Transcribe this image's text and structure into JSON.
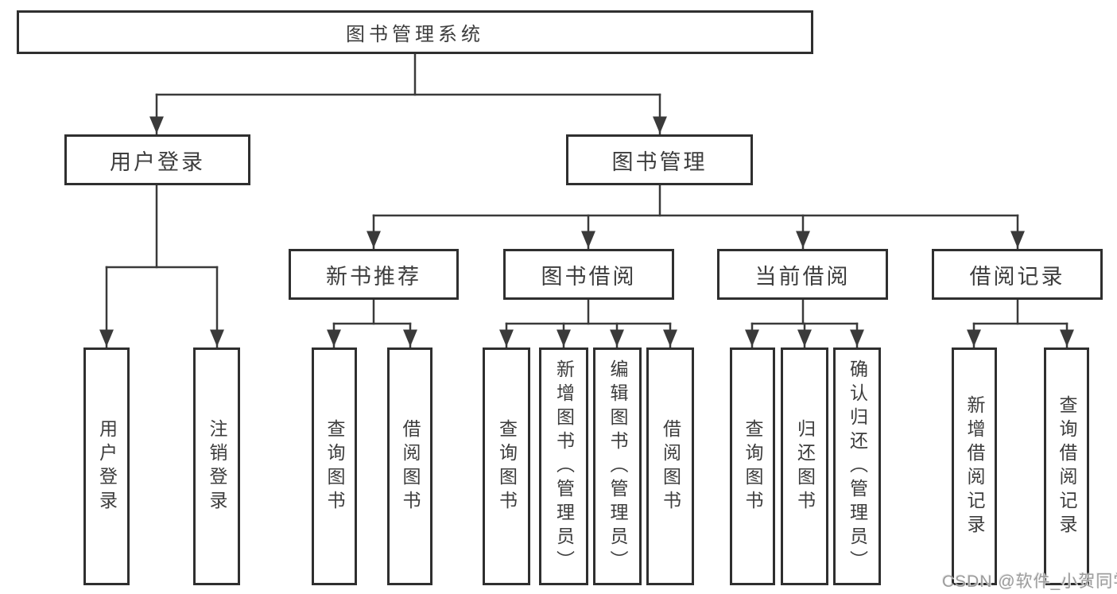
{
  "tree": {
    "label": "图书管理系统",
    "children": [
      {
        "label": "用户登录",
        "children": [
          {
            "label": "用户登录"
          },
          {
            "label": "注销登录"
          }
        ]
      },
      {
        "label": "图书管理",
        "children": [
          {
            "label": "新书推荐",
            "children": [
              {
                "label": "查询图书"
              },
              {
                "label": "借阅图书"
              }
            ]
          },
          {
            "label": "图书借阅",
            "children": [
              {
                "label": "查询图书"
              },
              {
                "label": "新增图书（管理员）"
              },
              {
                "label": "编辑图书（管理员）"
              },
              {
                "label": "借阅图书"
              }
            ]
          },
          {
            "label": "当前借阅",
            "children": [
              {
                "label": "查询图书"
              },
              {
                "label": "归还图书"
              },
              {
                "label": "确认归还（管理员）"
              }
            ]
          },
          {
            "label": "借阅记录",
            "children": [
              {
                "label": "新增借阅记录"
              },
              {
                "label": "查询借阅记录"
              }
            ]
          }
        ]
      }
    ]
  },
  "watermark": "CSDN @软件_小贺同学",
  "colors": {
    "line": "#3a3a3a",
    "box_border": "#2f2f2f",
    "text": "#3d3d3d",
    "watermark": "#9c9c9c",
    "background": "#ffffff"
  }
}
